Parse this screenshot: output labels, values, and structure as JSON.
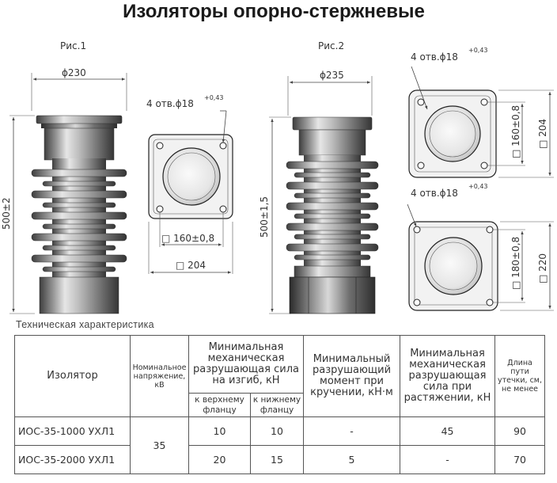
{
  "title": "Изоляторы опорно-стержневые",
  "fig1": {
    "caption": "Рис.1",
    "diameter": "ϕ230",
    "height": "500±2",
    "holes": "4 отв.ϕ18",
    "holes_tol": "+0,43",
    "bolt_square": "□ 160±0,8",
    "flange_square": "□ 204"
  },
  "fig2": {
    "caption": "Рис.2",
    "diameter": "ϕ235",
    "height": "500±1,5",
    "top_flange": {
      "holes": "4 отв.ϕ18",
      "holes_tol": "+0,43",
      "bolt_square": "□ 160±0,8",
      "flange_square": "□ 204"
    },
    "bottom_flange": {
      "holes": "4 отв.ϕ18",
      "holes_tol": "+0,43",
      "bolt_square": "□ 180±0,8",
      "flange_square": "□ 220"
    }
  },
  "table": {
    "caption": "Техническая характеристика",
    "headers": {
      "insulator": "Изолятор",
      "voltage": "Номинальное напряжение, кВ",
      "bend_force": "Минимальная механическая разрушающая сила на изгиб, кН",
      "bend_upper": "к верхнему фланцу",
      "bend_lower": "к нижнему фланцу",
      "torque": "Минимальный разрушающий момент при кручении, кН·м",
      "tension": "Минимальная механическая разрушающая сила при растяжении, кН",
      "creepage": "Длина пути утечки, см, не менее"
    },
    "rows": [
      {
        "name": "ИОС-35-1000 УХЛ1",
        "upper": "10",
        "lower": "10",
        "torque": "-",
        "tension": "45",
        "creepage": "90"
      },
      {
        "name": "ИОС-35-2000 УХЛ1",
        "upper": "20",
        "lower": "15",
        "torque": "5",
        "tension": "-",
        "creepage": "70"
      }
    ],
    "voltage_value": "35"
  }
}
